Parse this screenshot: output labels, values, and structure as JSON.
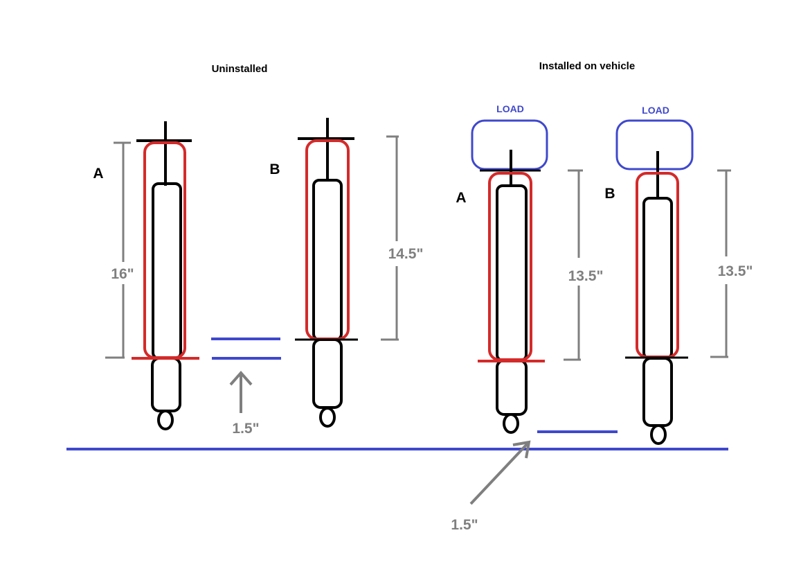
{
  "titles": {
    "uninstalled": "Uninstalled",
    "installed": "Installed on vehicle"
  },
  "letters": {
    "a": "A",
    "b": "B"
  },
  "load_label": "LOAD",
  "dimensions": {
    "uninstalled_a_length": "16\"",
    "uninstalled_b_length": "14.5\"",
    "uninstalled_offset": "1.5\"",
    "installed_a_length": "13.5\"",
    "installed_b_length": "13.5\"",
    "installed_offset": "1.5\""
  },
  "colors": {
    "outline": "#000000",
    "highlight": "#d42a2a",
    "reference": "#3f48cc",
    "dimension": "#7f7f7f"
  }
}
